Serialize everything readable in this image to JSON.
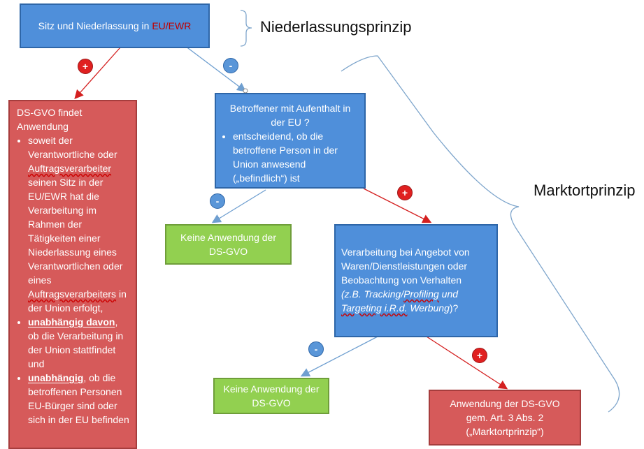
{
  "top_box": {
    "text": "Sitz und Niederlassung in ",
    "highlight": "EU/EWR",
    "highlight_color": "#c00000"
  },
  "labels": {
    "niederlassung": "Niederlassungsprinzip",
    "marktort": "Marktortprinzip"
  },
  "signs": {
    "plus": "+",
    "minus": "-"
  },
  "left_box": {
    "heading": "DS-GVO findet Anwendung",
    "b1_a": "soweit der Verantwortliche oder ",
    "b1_u": "Auftragsverarbeiter",
    "b1_b": " seinen Sitz in der EU/EWR hat die Verarbeitung im Rahmen der Tätigkeiten einer Niederlassung eines Verantwortlichen oder eines ",
    "b1_u2": "Auftragsverarbeiters",
    "b1_c": " in der Union erfolgt,",
    "b2_bold": "unabhängig davon",
    "b2_rest": ", ob die Verarbeitung in der Union stattfindet und",
    "b3_bold": "unabhängig",
    "b3_rest": ", ob die betroffenen Personen EU-Bürger sind oder sich in der EU befinden"
  },
  "center_box": {
    "title": "Betroffener mit Aufenthalt in der EU ?",
    "bullet": "entscheidend, ob die betroffene Person in der Union anwesend („befindlich“) ist"
  },
  "green_box_1": {
    "text": "Keine Anwendung der DS-GVO"
  },
  "right_box": {
    "line": "Verarbeitung bei Angebot von Waren/Dienstleistungen oder Beobachtung von Verhalten",
    "i1": "(z.B. Tracking/",
    "i2": "Profiling",
    "i3": " und ",
    "i4": "Targeting i.R.d.",
    "i5": " Werbung",
    "i6": ")?"
  },
  "green_box_2": {
    "text": "Keine Anwendung der DS-GVO"
  },
  "bottom_red": {
    "line1": "Anwendung der DS-GVO",
    "line2": "gem. Art. 3 Abs. 2",
    "line3": "(„Marktortprinzip“)"
  }
}
